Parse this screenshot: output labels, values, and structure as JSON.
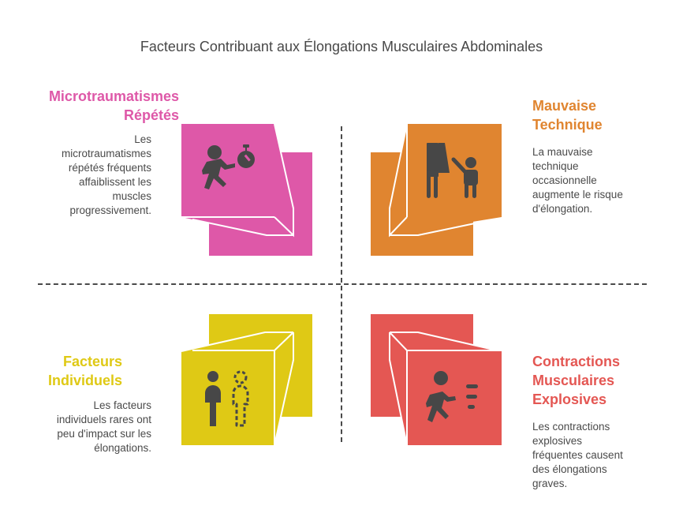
{
  "title": "Facteurs Contribuant aux Élongations Musculaires Abdominales",
  "colors": {
    "pink": "#de58a8",
    "orange": "#e08530",
    "yellow": "#dfc915",
    "red": "#e45753",
    "icon": "#474747",
    "text": "#4a4a4a"
  },
  "quadrants": [
    {
      "id": "microtraumatismes",
      "position": "top-left",
      "heading_line1": "Microtraumatismes",
      "heading_line2": "Répétés",
      "desc_lines": [
        "Les",
        "microtraumatismes",
        "répétés fréquents",
        "affaiblissent les",
        "muscles",
        "progressivement."
      ],
      "icon": "running-person-stopwatch-icon",
      "color": "#de58a8"
    },
    {
      "id": "mauvaise-technique",
      "position": "top-right",
      "heading_line1": "Mauvaise",
      "heading_line2": "Technique",
      "desc_lines": [
        "La mauvaise",
        "technique",
        "occasionnelle",
        "augmente le risque",
        "d'élongation."
      ],
      "icon": "adult-child-icon",
      "color": "#e08530"
    },
    {
      "id": "facteurs-individuels",
      "position": "bottom-left",
      "heading_line1": "Facteurs",
      "heading_line2": "Individuels",
      "desc_lines": [
        "Les facteurs",
        "individuels rares ont",
        "peu d'impact sur les",
        "élongations."
      ],
      "icon": "person-outline-icon",
      "color": "#dfc915"
    },
    {
      "id": "contractions-explosives",
      "position": "bottom-right",
      "heading_line1": "Contractions",
      "heading_line2": "Musculaires",
      "heading_line3": "Explosives",
      "desc_lines": [
        "Les contractions",
        "explosives",
        "fréquentes causent",
        "des élongations",
        "graves."
      ],
      "icon": "running-fast-icon",
      "color": "#e45753"
    }
  ]
}
